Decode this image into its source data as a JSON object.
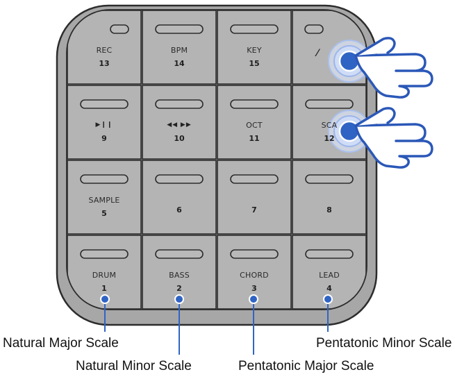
{
  "pads": [
    {
      "label": "REC",
      "number": "13"
    },
    {
      "label": "BPM",
      "number": "14"
    },
    {
      "label": "KEY",
      "number": "15"
    },
    {
      "label": "",
      "number": ""
    },
    {
      "glyph": "▶❙❙",
      "number": "9"
    },
    {
      "glyph": "◀◀   ▶▶",
      "number": "10"
    },
    {
      "label": "OCT",
      "number": "11"
    },
    {
      "label": "SCA",
      "number": "12"
    },
    {
      "label": "SAMPLE",
      "number": "5"
    },
    {
      "label": "",
      "number": "6"
    },
    {
      "label": "",
      "number": "7"
    },
    {
      "label": "",
      "number": "8"
    },
    {
      "label": "DRUM",
      "number": "1"
    },
    {
      "label": "BASS",
      "number": "2"
    },
    {
      "label": "CHORD",
      "number": "3"
    },
    {
      "label": "LEAD",
      "number": "4"
    }
  ],
  "callouts": {
    "natural_major": "Natural Major Scale",
    "natural_minor": "Natural Minor Scale",
    "pentatonic_major": "Pentatonic Major Scale",
    "pentatonic_minor": "Pentatonic Minor Scale"
  },
  "colors": {
    "device_body": "#a7a7a7",
    "pad_fill": "#b4b4b4",
    "outline": "#2c2c2c",
    "callout_blue": "#2f64c4",
    "hand_outline": "#2b58b8"
  },
  "icons": {
    "hands": "pointing-hand-icon",
    "touch": "touch-ripple-icon"
  }
}
